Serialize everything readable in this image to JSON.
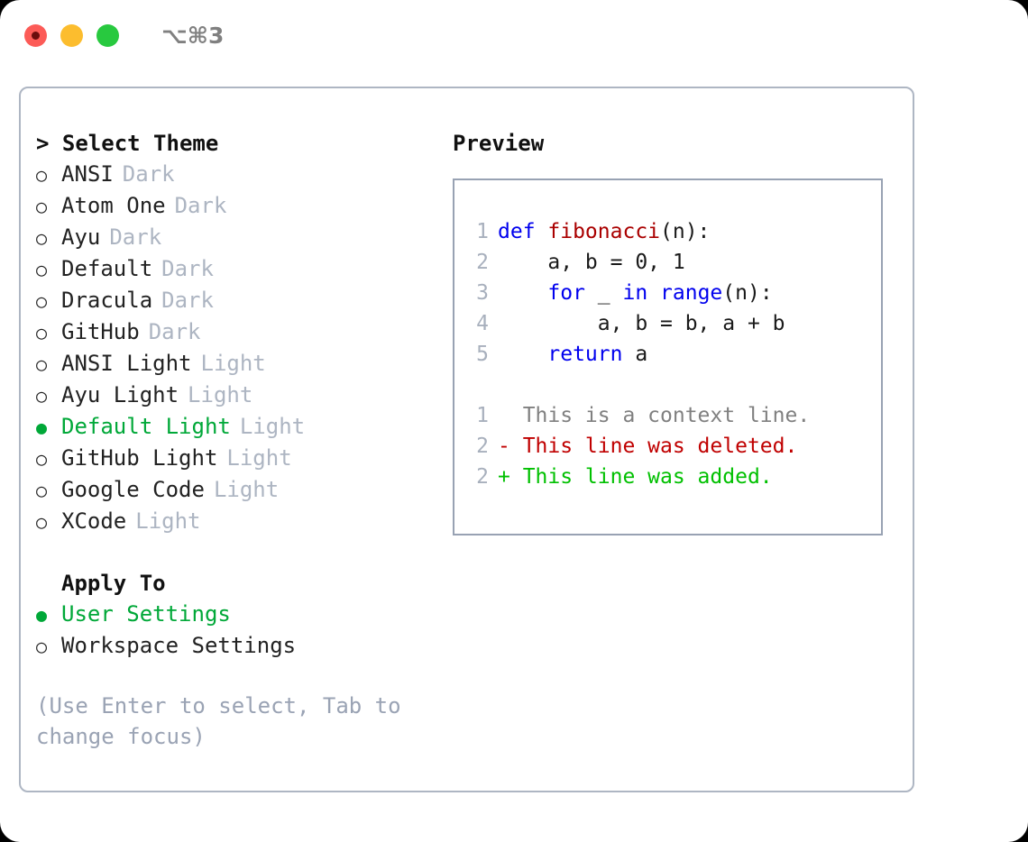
{
  "titlebar": {
    "shortcut": "⌥⌘3",
    "lights": [
      {
        "name": "close",
        "color": "#fc5b57"
      },
      {
        "name": "minimize",
        "color": "#fcbd2e"
      },
      {
        "name": "maximize",
        "color": "#28c93f"
      }
    ]
  },
  "theme_section": {
    "header": "> Select Theme",
    "items": [
      {
        "marker": "○",
        "label": "ANSI",
        "badge": "Dark",
        "selected": false
      },
      {
        "marker": "○",
        "label": "Atom One",
        "badge": "Dark",
        "selected": false
      },
      {
        "marker": "○",
        "label": "Ayu",
        "badge": "Dark",
        "selected": false
      },
      {
        "marker": "○",
        "label": "Default",
        "badge": "Dark",
        "selected": false
      },
      {
        "marker": "○",
        "label": "Dracula",
        "badge": "Dark",
        "selected": false
      },
      {
        "marker": "○",
        "label": "GitHub",
        "badge": "Dark",
        "selected": false
      },
      {
        "marker": "○",
        "label": "ANSI Light",
        "badge": "Light",
        "selected": false
      },
      {
        "marker": "○",
        "label": "Ayu Light",
        "badge": "Light",
        "selected": false
      },
      {
        "marker": "●",
        "label": "Default Light",
        "badge": "Light",
        "selected": true
      },
      {
        "marker": "○",
        "label": "GitHub Light",
        "badge": "Light",
        "selected": false
      },
      {
        "marker": "○",
        "label": "Google Code",
        "badge": "Light",
        "selected": false
      },
      {
        "marker": "○",
        "label": "XCode",
        "badge": "Light",
        "selected": false
      }
    ]
  },
  "apply_section": {
    "header": "Apply To",
    "items": [
      {
        "marker": "●",
        "label": "User Settings",
        "selected": true
      },
      {
        "marker": "○",
        "label": "Workspace Settings",
        "selected": false
      }
    ]
  },
  "hint": "(Use Enter to select, Tab to change focus)",
  "preview": {
    "title": "Preview",
    "code_lines": [
      {
        "num": "1",
        "tokens": [
          {
            "t": "def ",
            "c": "kw"
          },
          {
            "t": "fibonacci",
            "c": "fn"
          },
          {
            "t": "(n):",
            "c": "plain"
          }
        ]
      },
      {
        "num": "2",
        "tokens": [
          {
            "t": "    a, b = 0, 1",
            "c": "plain"
          }
        ]
      },
      {
        "num": "3",
        "tokens": [
          {
            "t": "    ",
            "c": "plain"
          },
          {
            "t": "for",
            "c": "kw"
          },
          {
            "t": " _ ",
            "c": "plain"
          },
          {
            "t": "in",
            "c": "kw"
          },
          {
            "t": " ",
            "c": "plain"
          },
          {
            "t": "range",
            "c": "kw"
          },
          {
            "t": "(n):",
            "c": "plain"
          }
        ]
      },
      {
        "num": "4",
        "tokens": [
          {
            "t": "        a, b = b, a + b",
            "c": "plain"
          }
        ]
      },
      {
        "num": "5",
        "tokens": [
          {
            "t": "    ",
            "c": "plain"
          },
          {
            "t": "return",
            "c": "kw"
          },
          {
            "t": " a",
            "c": "plain"
          }
        ]
      }
    ],
    "diff_lines": [
      {
        "num": "1",
        "kind": "ctx",
        "text": "  This is a context line."
      },
      {
        "num": "2",
        "kind": "del",
        "text": "- This line was deleted."
      },
      {
        "num": "2",
        "kind": "add",
        "text": "+ This line was added."
      }
    ]
  },
  "colors": {
    "accent_green": "#00a838",
    "badge_gray": "#adb5c2",
    "hint_gray": "#9aa3b4",
    "keyword_blue": "#0000ee",
    "function_red": "#aa0000",
    "diff_delete": "#c00000",
    "diff_add": "#00c000",
    "line_number": "#a8b0bd",
    "panel_border": "#aeb6c3",
    "preview_border": "#98a2b3"
  }
}
